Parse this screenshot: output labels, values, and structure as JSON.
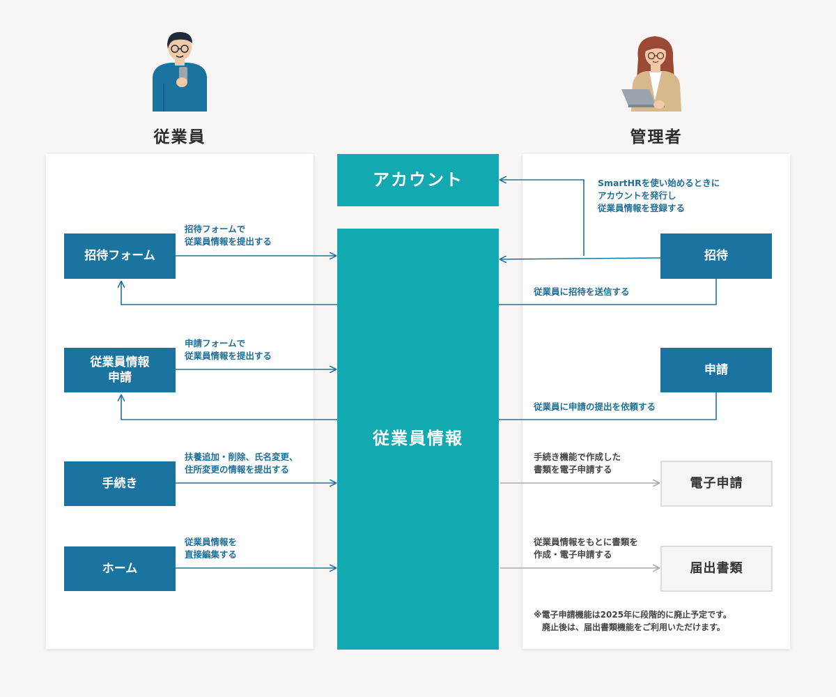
{
  "columns": {
    "employee": "従業員",
    "admin": "管理者"
  },
  "center": {
    "account": "アカウント",
    "employee_info": "従業員情報"
  },
  "employee_side": {
    "invite_form": "招待フォーム",
    "info_request": "従業員情報\n申請",
    "procedures": "手続き",
    "home": "ホーム"
  },
  "admin_side": {
    "invite": "招待",
    "request": "申請",
    "e_filing": "電子申請",
    "notification_docs": "届出書類"
  },
  "labels": {
    "start_account": "SmartHRを使い始めるときに\nアカウントを発行し\n従業員情報を登録する",
    "invite_form_submit": "招待フォームで\n従業員情報を提出する",
    "send_invite": "従業員に招待を送信する",
    "request_form_submit": "申請フォームで\n従業員情報を提出する",
    "request_submit": "従業員に申請の提出を依頼する",
    "procedures_submit": "扶養追加・削除、氏名変更、\n住所変更の情報を提出する",
    "procedures_efile": "手続き機能で作成した\n書類を電子申請する",
    "home_edit": "従業員情報を\n直接編集する",
    "docs_create": "従業員情報をもとに書類を\n作成・電子申請する"
  },
  "note": "※電子申請機能は2025年に段階的に廃止予定です。\n　廃止後は、届出書類機能をご利用いただけます。",
  "colors": {
    "primary_blue": "#1b739f",
    "teal": "#13a9b1",
    "gray_box": "#f5f5f5",
    "gray_line": "#aaaaaa",
    "background": "#f7f6f5"
  },
  "icons": [
    "employee-person-icon",
    "admin-person-icon"
  ]
}
